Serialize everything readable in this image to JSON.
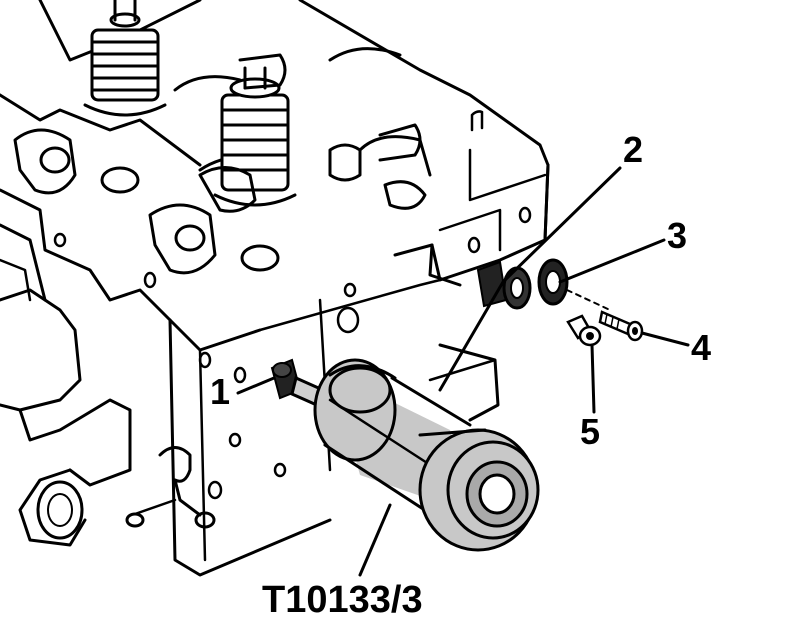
{
  "callouts": {
    "c1": "1",
    "c2": "2",
    "c3": "3",
    "c4": "4",
    "c5": "5"
  },
  "tool_label": "T10133/3",
  "colors": {
    "line": "#000000",
    "background": "#ffffff",
    "tool_fill": "#c8c8c8",
    "tool_shade": "#a9a9a9"
  }
}
